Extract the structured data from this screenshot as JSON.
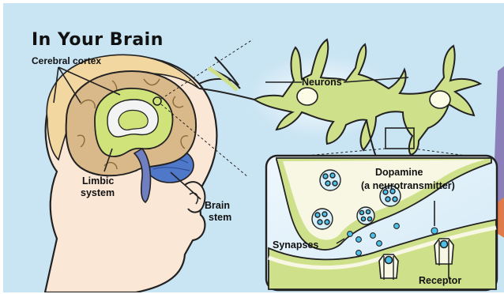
{
  "title": "In Your Brain",
  "labels": {
    "cerebral_cortex": "Cerebral cortex",
    "neurons": "Neurons",
    "limbic_line1": "Limbic",
    "limbic_line2": "system",
    "brain_stem_line1": "Brain",
    "brain_stem_line2": "stem",
    "dopamine_line1": "Dopamine",
    "dopamine_line2": "(a neurotransmitter)",
    "synapses": "Synapses",
    "receptor": "Receptor"
  },
  "colors": {
    "background": "#c9e4f3",
    "brain_cortex": "#d9b88a",
    "limbic": "#cfe37a",
    "brain_stem": "#6f7fc2",
    "cerebellum": "#4f78c8",
    "neuron": "#cfe08a",
    "skin": "#fbe7d6"
  }
}
